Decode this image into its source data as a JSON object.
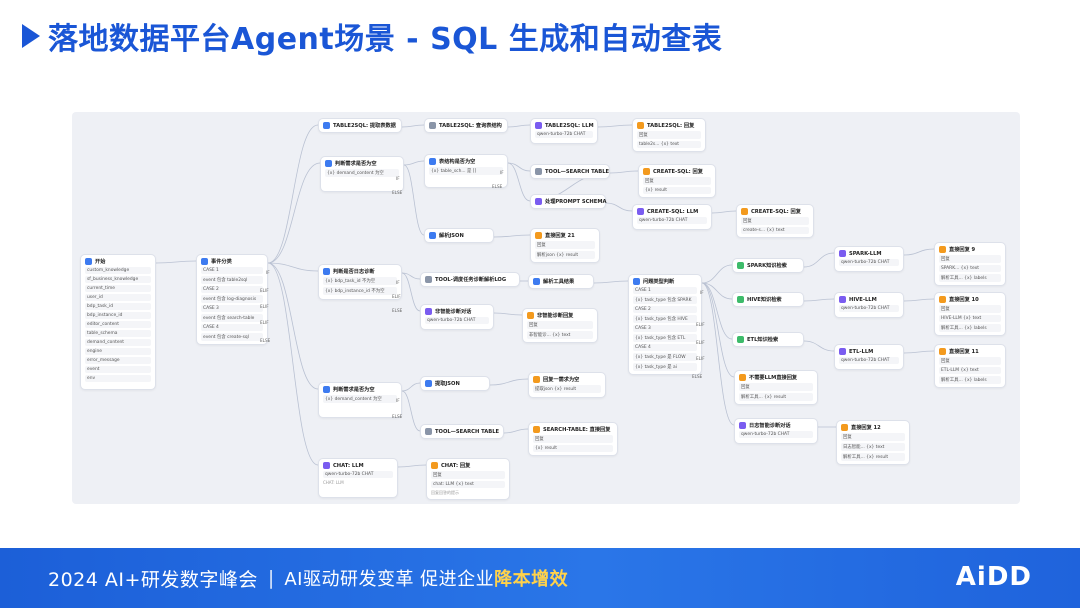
{
  "title": "落地数据平台Agent场景 - SQL 生成和自动查表",
  "footer": {
    "event": "2024 AI+研发数字峰会",
    "separator": "|",
    "slogan_prefix": "AI驱动研发变革  促进企业",
    "slogan_highlight": "降本增效",
    "logo": "AiDD"
  },
  "nodes": [
    {
      "id": "start",
      "title": "开始",
      "icon": "blue",
      "rows": [
        "custom_knowledge",
        "sf_business_knowledge",
        "current_time",
        "user_id",
        "bdp_task_id",
        "bdp_instance_id",
        "editor_content",
        "table_schema",
        "demand_content",
        "engine",
        "error_message",
        "event",
        "env"
      ]
    },
    {
      "id": "classify",
      "title": "事件分类",
      "icon": "blue",
      "rows": [
        "CASE 1",
        "event 包含 table2sql",
        "CASE 2",
        "event 包含 log-diagnosis",
        "CASE 3",
        "event 包含 search-table",
        "CASE 4",
        "event 包含 create-sql"
      ]
    },
    {
      "id": "t2s-fetch",
      "title": "TABLE2SQL: 提取表数据",
      "icon": "blue",
      "rows": []
    },
    {
      "id": "t2s-query",
      "title": "TABLE2SQL: 查询表结构",
      "icon": "gray",
      "rows": []
    },
    {
      "id": "t2s-llm",
      "title": "TABLE2SQL: LLM",
      "icon": "purple",
      "rows": [
        "qwen-turbo-72b  CHAT"
      ]
    },
    {
      "id": "t2s-reply",
      "title": "TABLE2SQL: 回复",
      "icon": "orange",
      "rows": [
        "回复",
        "table2s...  {x} text"
      ]
    },
    {
      "id": "judge-demand-1",
      "title": "判断需求是否为空",
      "icon": "blue",
      "rows": [
        "{x} demand_content 为空"
      ]
    },
    {
      "id": "table-struct-empty",
      "title": "表结构是否为空",
      "icon": "blue",
      "rows": [
        "{x} table_sch...  是 []"
      ]
    },
    {
      "id": "tool-search-1",
      "title": "TOOL—SEARCH TABLE",
      "icon": "gray",
      "rows": []
    },
    {
      "id": "create-sql-reply-1",
      "title": "CREATE-SQL: 回复",
      "icon": "orange",
      "rows": [
        "回复",
        "{x} result"
      ]
    },
    {
      "id": "prompt-schema",
      "title": "处理PROMPT SCHEMA",
      "icon": "purple",
      "rows": []
    },
    {
      "id": "create-sql-llm",
      "title": "CREATE-SQL: LLM",
      "icon": "purple",
      "rows": [
        "qwen-turbo-72b  CHAT"
      ]
    },
    {
      "id": "create-sql-reply-2",
      "title": "CREATE-SQL: 回复",
      "icon": "orange",
      "rows": [
        "回复",
        "create-s...  {x} text"
      ]
    },
    {
      "id": "parse-json-1",
      "title": "解析JSON",
      "icon": "blue",
      "rows": []
    },
    {
      "id": "direct-reply-21",
      "title": "直接回复 21",
      "icon": "orange",
      "rows": [
        "回复",
        "解析json  {x} result"
      ]
    },
    {
      "id": "judge-log",
      "title": "判断是否日志诊断",
      "icon": "blue",
      "rows": [
        "{x} bdp_task_id 不为空",
        "{x} bdp_instance_id 不为空"
      ]
    },
    {
      "id": "tool-log",
      "title": "TOOL-调度任务诊断解析LOG",
      "icon": "gray",
      "rows": []
    },
    {
      "id": "parse-tool-result",
      "title": "解析工具结果",
      "icon": "blue",
      "rows": []
    },
    {
      "id": "problem-type",
      "title": "问题类型判断",
      "icon": "blue",
      "rows": [
        "CASE 1",
        "{x} task_type 包含 SPARK",
        "CASE 2",
        "{x} task_type 包含 HIVE",
        "CASE 3",
        "{x} task_type 包含 ETL",
        "CASE 4",
        "{x} task_type 是 FLOW",
        "{x} task_type 是 ai"
      ]
    },
    {
      "id": "smart-diag",
      "title": "非智能诊断对话",
      "icon": "purple",
      "rows": [
        "qwen-turbo-72b  CHAT"
      ]
    },
    {
      "id": "smart-diag-reply",
      "title": "非智能诊断回复",
      "icon": "orange",
      "rows": [
        "回复",
        "非智能诊... {x} text"
      ]
    },
    {
      "id": "spark-kb",
      "title": "SPARK知识检索",
      "icon": "green",
      "rows": []
    },
    {
      "id": "spark-llm",
      "title": "SPARK-LLM",
      "icon": "purple",
      "rows": [
        "qwen-turbo-72b  CHAT"
      ]
    },
    {
      "id": "direct-reply-9",
      "title": "直接回复 9",
      "icon": "orange",
      "rows": [
        "回复",
        "SPARK...  {x} text",
        "解析工具...  {x} labels"
      ]
    },
    {
      "id": "hive-kb",
      "title": "HIVE知识检索",
      "icon": "green",
      "rows": []
    },
    {
      "id": "hive-llm",
      "title": "HIVE-LLM",
      "icon": "purple",
      "rows": [
        "qwen-turbo-72b  CHAT"
      ]
    },
    {
      "id": "direct-reply-10",
      "title": "直接回复 10",
      "icon": "orange",
      "rows": [
        "回复",
        "HIVE-LLM  {x} text",
        "解析工具...  {x} labels"
      ]
    },
    {
      "id": "etl-kb",
      "title": "ETL知识检索",
      "icon": "green",
      "rows": []
    },
    {
      "id": "etl-llm",
      "title": "ETL-LLM",
      "icon": "purple",
      "rows": [
        "qwen-turbo-72b  CHAT"
      ]
    },
    {
      "id": "direct-reply-11",
      "title": "直接回复 11",
      "icon": "orange",
      "rows": [
        "回复",
        "ETL-LLM  {x} text",
        "解析工具...  {x} labels"
      ]
    },
    {
      "id": "no-llm-reply",
      "title": "不需要LLM直接回复",
      "icon": "orange",
      "rows": [
        "回复",
        "解析工具...  {x} result"
      ]
    },
    {
      "id": "log-diag-chat",
      "title": "日志智能诊断对话",
      "icon": "purple",
      "rows": [
        "qwen-turbo-72b  CHAT"
      ]
    },
    {
      "id": "direct-reply-12",
      "title": "直接回复 12",
      "icon": "orange",
      "rows": [
        "回复",
        "日志智能...  {x} text",
        "解析工具...  {x} result"
      ]
    },
    {
      "id": "judge-demand-2",
      "title": "判断需求是否为空",
      "icon": "blue",
      "rows": [
        "{x} demand_content 为空"
      ]
    },
    {
      "id": "parse-json-2",
      "title": "提取JSON",
      "icon": "blue",
      "rows": []
    },
    {
      "id": "output-demand",
      "title": "回复一需求为空",
      "icon": "orange",
      "rows": [
        "提取json  {x} result"
      ]
    },
    {
      "id": "tool-search-2",
      "title": "TOOL—SEARCH TABLE",
      "icon": "gray",
      "rows": []
    },
    {
      "id": "search-table-reply",
      "title": "SEARCH-TABLE: 直接回复",
      "icon": "orange",
      "rows": [
        "回复",
        "{x} result"
      ]
    },
    {
      "id": "chat-llm",
      "title": "CHAT: LLM",
      "icon": "purple",
      "rows": [
        "qwen-turbo-72b  CHAT"
      ]
    },
    {
      "id": "chat-reply",
      "title": "CHAT: 回复",
      "icon": "orange",
      "rows": [
        "回复",
        "chat: LLM  {x} text"
      ]
    }
  ],
  "branch_labels": {
    "if": "IF",
    "elif": "ELIF",
    "else": "ELSE"
  },
  "node_subtexts": {
    "chat-llm": "CHAT: LLM",
    "chat-reply": "回复回答的提示"
  }
}
